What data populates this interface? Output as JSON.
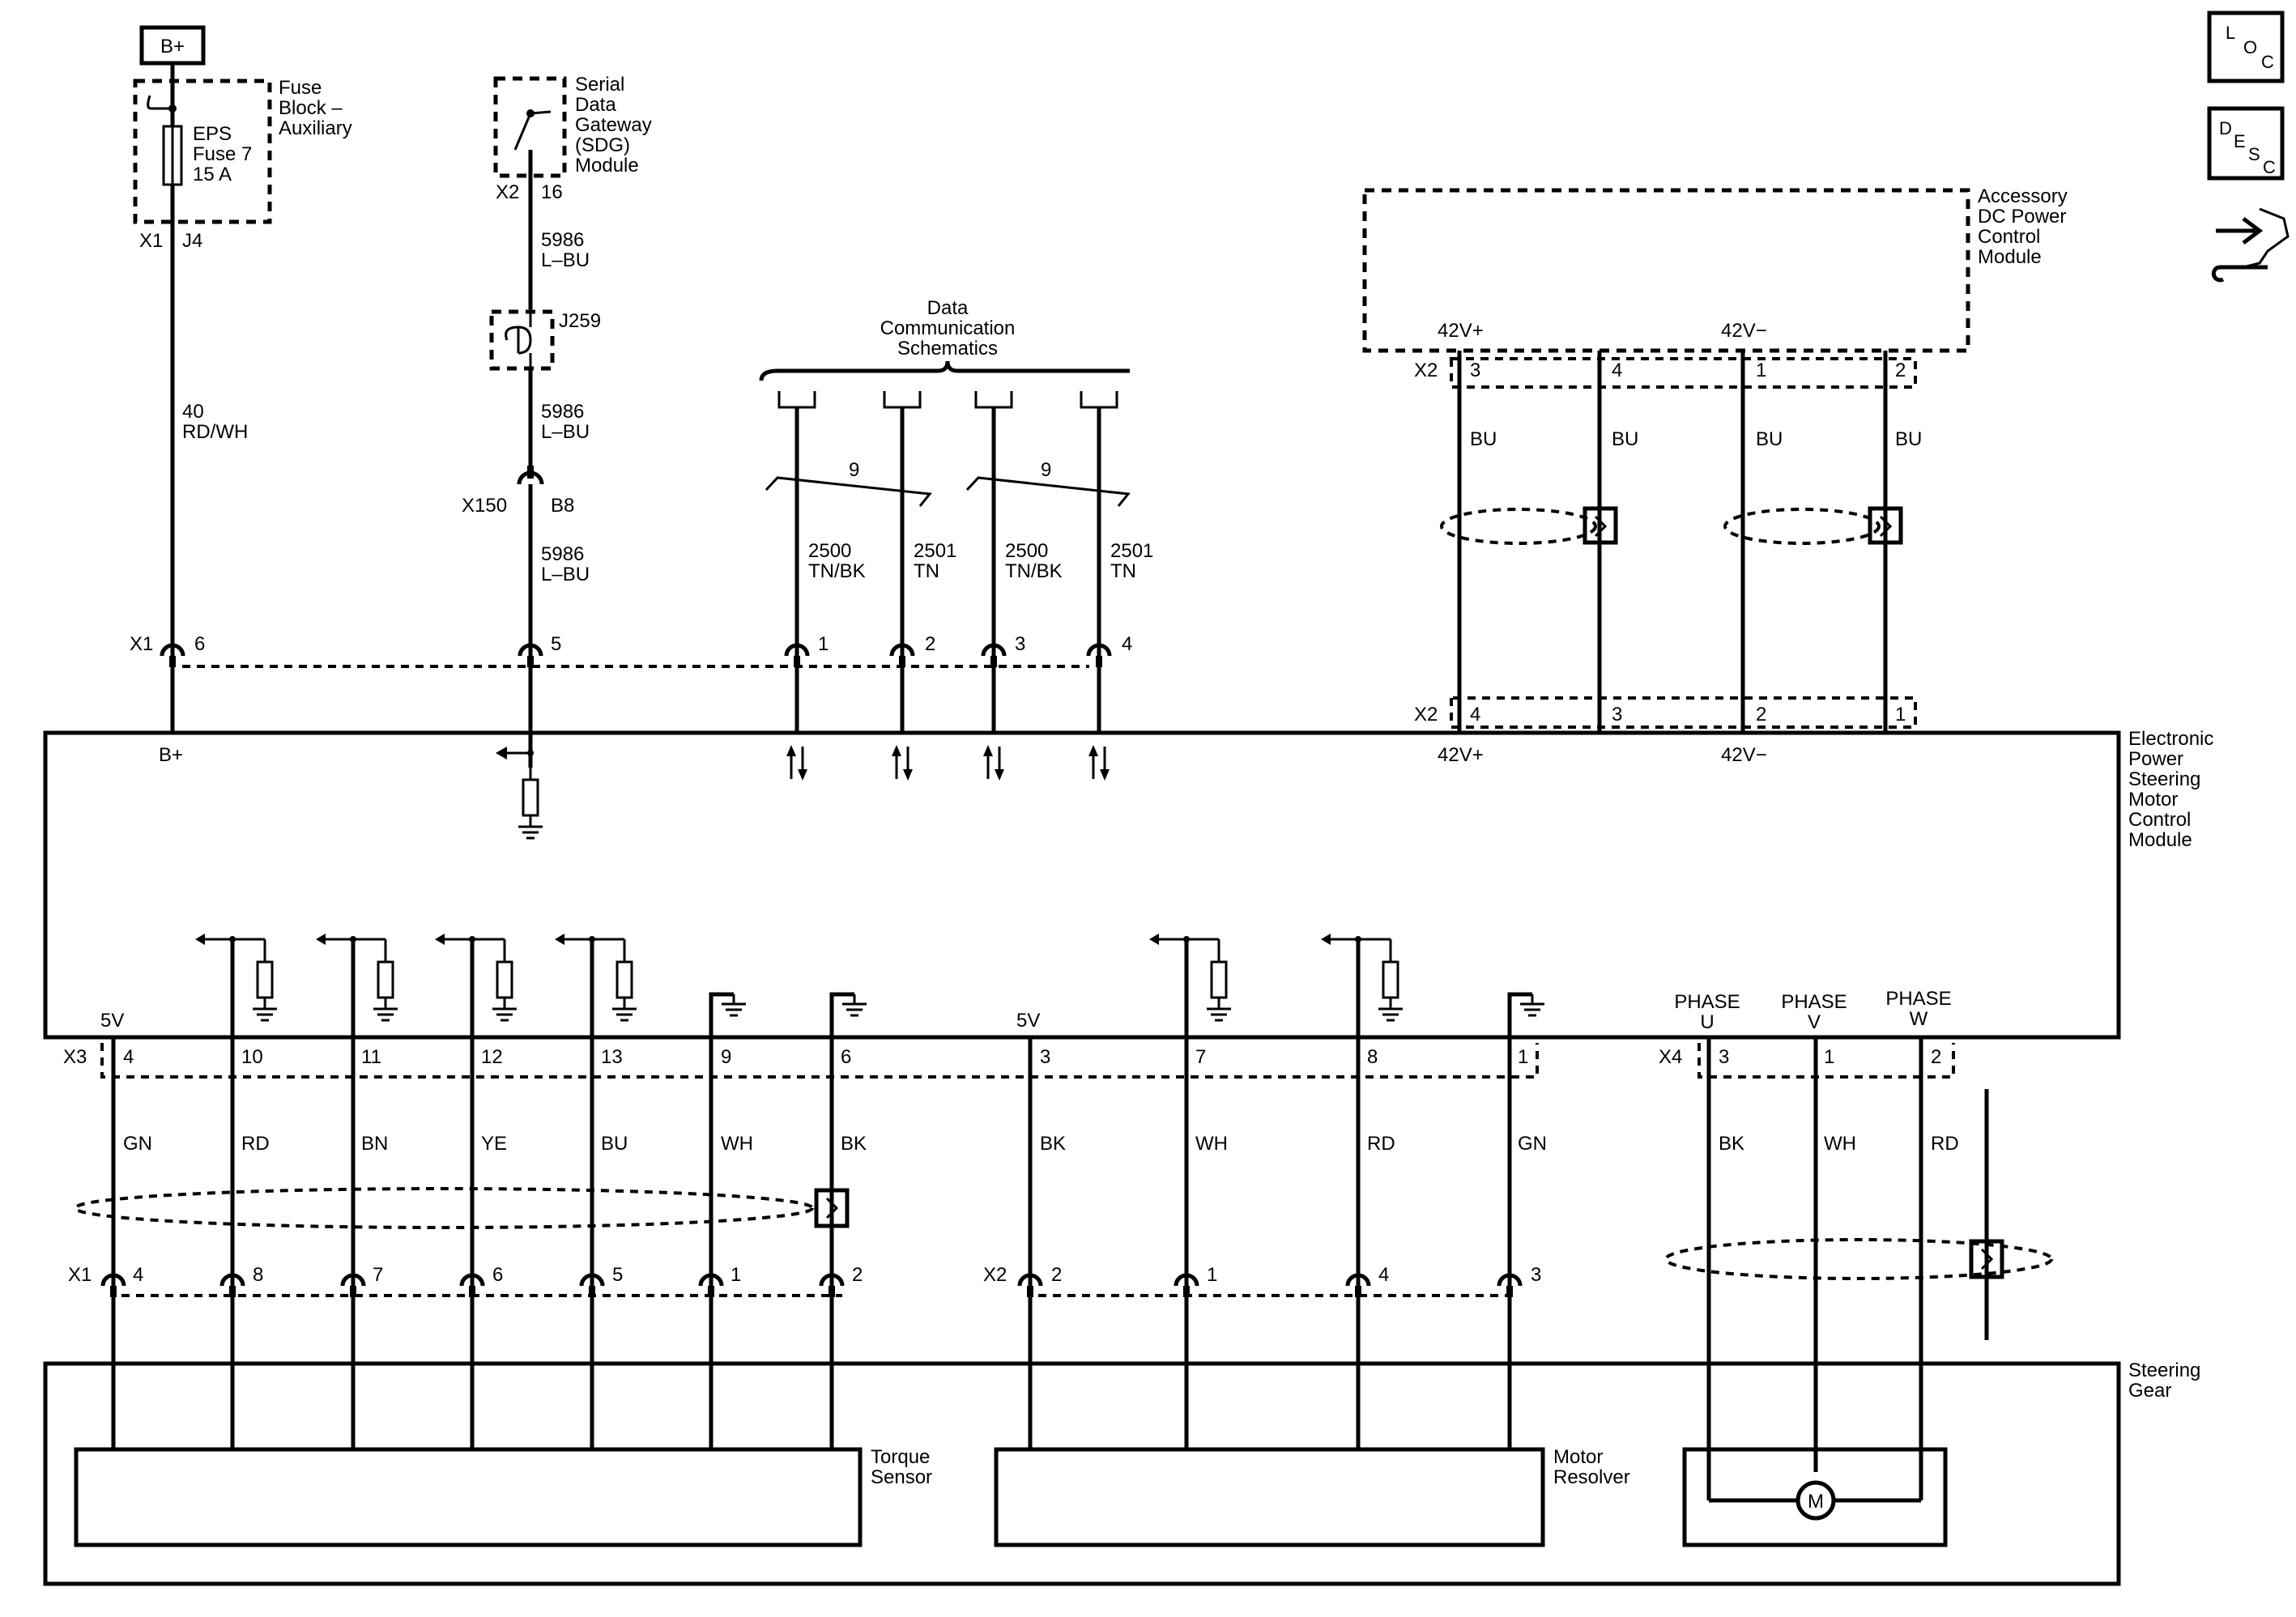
{
  "colors": {
    "ink": "#000000",
    "paper": "#ffffff"
  },
  "icons": {
    "loc": "loc-icon",
    "desc": "desc-icon",
    "service": "service-info-icon"
  },
  "top": {
    "bplus_box": "B+",
    "fuse_block": [
      "Fuse",
      "Block –",
      "Auxiliary"
    ],
    "fuse": [
      "EPS",
      "Fuse 7",
      "15 A"
    ],
    "fuse_conn": "X1",
    "fuse_pin": "J4",
    "fuse_wire": [
      "40",
      "RD/WH"
    ],
    "sdg": [
      "Serial",
      "Data",
      "Gateway",
      "(SDG)",
      "Module"
    ],
    "sdg_conn": "X2",
    "sdg_pin": "16",
    "sdg_wire_1": [
      "5986",
      "L–BU"
    ],
    "splice": "J259",
    "sdg_wire_2": [
      "5986",
      "L–BU"
    ],
    "inline_conn": "X150",
    "inline_pin": "B8",
    "sdg_wire_3": [
      "5986",
      "L–BU"
    ],
    "data_comm": [
      "Data",
      "Communication",
      "Schematics"
    ],
    "twist_1": "9",
    "twist_2": "9",
    "data_wires": [
      [
        "2500",
        "TN/BK"
      ],
      [
        "2501",
        "TN"
      ],
      [
        "2500",
        "TN/BK"
      ],
      [
        "2501",
        "TN"
      ]
    ],
    "accessory": [
      "Accessory",
      "DC Power",
      "Control",
      "Module"
    ],
    "acc_pos": "42V+",
    "acc_neg": "42V−",
    "acc_conn": "X2",
    "acc_pins": [
      "3",
      "4",
      "1",
      "2"
    ],
    "acc_wire_colors": [
      "BU",
      "BU",
      "BU",
      "BU"
    ]
  },
  "eps_module": {
    "name": [
      "Electronic",
      "Power",
      "Steering",
      "Motor",
      "Control",
      "Module"
    ],
    "x1_conn": "X1",
    "x1_pins": [
      "6",
      "5",
      "1",
      "2",
      "3",
      "4"
    ],
    "bplus": "B+",
    "x2_conn": "X2",
    "x2_pins": [
      "4",
      "3",
      "2",
      "1"
    ],
    "pos": "42V+",
    "neg": "42V−",
    "v5_a": "5V",
    "v5_b": "5V",
    "x3_conn": "X3",
    "x3_pins": [
      "4",
      "10",
      "11",
      "12",
      "13",
      "9",
      "6",
      "3",
      "7",
      "8",
      "1"
    ],
    "x4_conn": "X4",
    "phases": [
      {
        "label": [
          "PHASE",
          "U"
        ],
        "pin": "3",
        "color": "BK"
      },
      {
        "label": [
          "PHASE",
          "V"
        ],
        "pin": "1",
        "color": "WH"
      },
      {
        "label": [
          "PHASE",
          "W"
        ],
        "pin": "2",
        "color": "RD"
      }
    ]
  },
  "lower_wires": {
    "x3_colors": [
      "GN",
      "RD",
      "BN",
      "YE",
      "BU",
      "WH",
      "BK",
      "BK",
      "WH",
      "RD",
      "GN"
    ],
    "x1_conn": "X1",
    "x1_pins": [
      "4",
      "8",
      "7",
      "6",
      "5",
      "1",
      "2"
    ],
    "x2_conn": "X2",
    "x2_pins": [
      "2",
      "1",
      "4",
      "3"
    ]
  },
  "steering_gear": {
    "name": [
      "Steering",
      "Gear"
    ],
    "torque_sensor": [
      "Torque",
      "Sensor"
    ],
    "motor_resolver": [
      "Motor",
      "Resolver"
    ],
    "motor": "M"
  }
}
